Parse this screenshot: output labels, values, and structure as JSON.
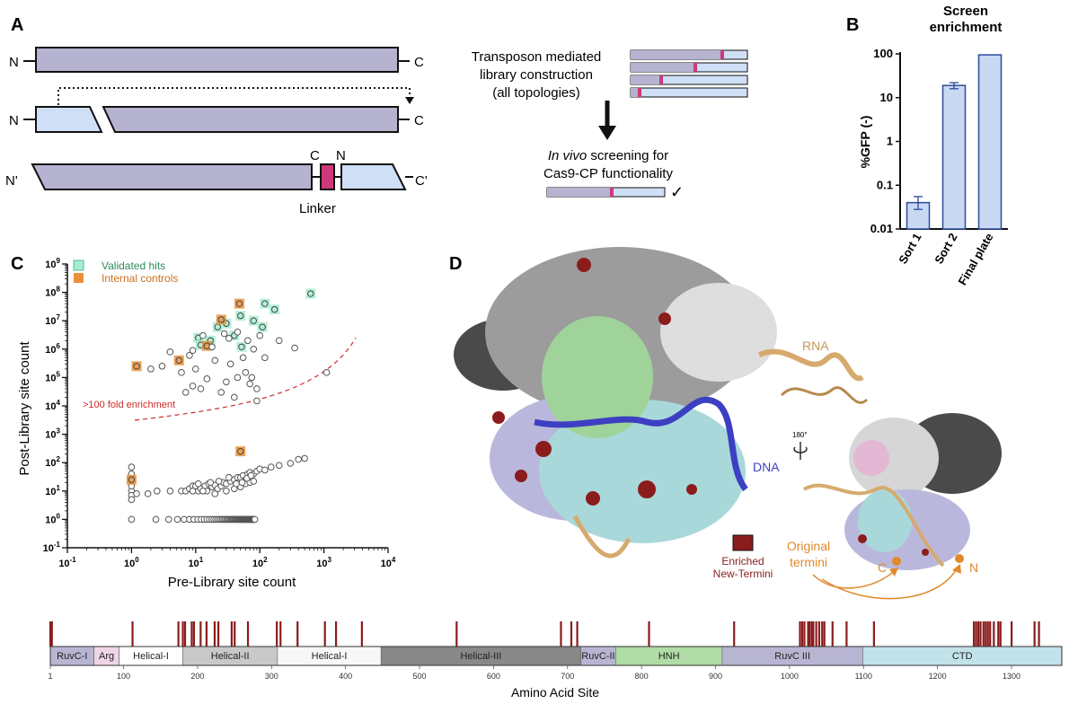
{
  "panels": {
    "a": {
      "letter": "A",
      "n_label": "N",
      "c_label": "C",
      "n_prime": "N'",
      "c_prime": "C'",
      "cp_c": "C",
      "cp_n": "N",
      "linker_label": "Linker",
      "flow_text_1": [
        "Transposon mediated",
        "library construction",
        "(all topologies)"
      ],
      "flow_text_2_italic": "In vivo",
      "flow_text_2_rest": " screening for",
      "flow_text_3": "Cas9-CP functionality",
      "checkmark": "✓"
    },
    "b": {
      "letter": "B",
      "title_lines": [
        "Screen",
        "enrichment"
      ]
    },
    "c": {
      "letter": "C",
      "legend": [
        {
          "label": "Validated hits",
          "color": "#7fd8b0",
          "text_color": "#2e8b57"
        },
        {
          "label": "Internal controls",
          "color": "#e8913a",
          "text_color": "#c8701c"
        }
      ],
      "annotation": ">100 fold enrichment",
      "annotation_color": "#cc2a2a"
    },
    "d": {
      "letter": "D",
      "rna_label": "RNA",
      "dna_label": "DNA",
      "rotation_label": "180°",
      "enriched_label": [
        "Enriched",
        "New-Termini"
      ],
      "original_label": [
        "Original",
        "termini"
      ],
      "c_label": "C",
      "n_label": "N",
      "colors": {
        "rna": "#d6aa6d",
        "dna": "#3d3fc2",
        "enriched": "#8b1c1c",
        "original": "#e08a2c"
      }
    },
    "e": {
      "axis_title": "Amino Acid Site",
      "tick_values": [
        1,
        100,
        200,
        300,
        400,
        500,
        600,
        700,
        800,
        900,
        1000,
        1100,
        1200,
        1300
      ],
      "domains": [
        {
          "name": "RuvC-I",
          "start": 1,
          "end": 60,
          "color": "#b8b5d2"
        },
        {
          "name": "Arg",
          "start": 60,
          "end": 94,
          "color": "#efd5e6"
        },
        {
          "name": "Helical-I",
          "start": 94,
          "end": 180,
          "color": "#ffffff"
        },
        {
          "name": "Helical-II",
          "start": 180,
          "end": 308,
          "color": "#c9c9c9"
        },
        {
          "name": "Helical-I",
          "start": 308,
          "end": 448,
          "color": "#f7f7f7"
        },
        {
          "name": "Helical-III",
          "start": 448,
          "end": 718,
          "color": "#888888"
        },
        {
          "name": "RuvC-II",
          "start": 718,
          "end": 765,
          "color": "#b8b5d2"
        },
        {
          "name": "HNH",
          "start": 765,
          "end": 909,
          "color": "#b0dca5"
        },
        {
          "name": "RuvC III",
          "start": 909,
          "end": 1099,
          "color": "#b8b5d2"
        },
        {
          "name": "CTD",
          "start": 1099,
          "end": 1368,
          "color": "#c2e2ea"
        }
      ],
      "enriched_sites": [
        1,
        3,
        112,
        174,
        180,
        183,
        192,
        195,
        204,
        212,
        223,
        228,
        246,
        250,
        268,
        307,
        312,
        335,
        372,
        387,
        422,
        550,
        691,
        705,
        713,
        810,
        925,
        1014,
        1017,
        1020,
        1025,
        1027,
        1030,
        1032,
        1036,
        1040,
        1044,
        1047,
        1058,
        1077,
        1114,
        1249,
        1252,
        1255,
        1258,
        1262,
        1265,
        1268,
        1271,
        1276,
        1282,
        1285,
        1300,
        1331,
        1337
      ]
    }
  },
  "chart_data": [
    {
      "type": "bar",
      "title": "Screen enrichment",
      "ylabel": "%GFP (-)",
      "yscale": "log",
      "ylim": [
        0.01,
        100
      ],
      "yticks": [
        "0.01",
        "0.1",
        "1",
        "10",
        "100"
      ],
      "categories": [
        "Sort 1",
        "Sort 2",
        "Final plate"
      ],
      "values": [
        0.04,
        19,
        95
      ],
      "errors": [
        [
          0.028,
          0.055
        ],
        [
          16,
          22
        ],
        [
          95,
          95
        ]
      ],
      "bar_color": "#c9d9f3"
    },
    {
      "type": "scatter",
      "xlabel": "Pre-Library site count",
      "ylabel": "Post-Library site count",
      "xscale": "log",
      "yscale": "log",
      "xlim": [
        0.1,
        10000
      ],
      "ylim": [
        0.1,
        1000000000
      ],
      "series": [
        {
          "name": "Validated hits",
          "points": [
            [
              620,
              90000000
            ],
            [
              170,
              25000000
            ],
            [
              120,
              40000000
            ],
            [
              80,
              10000000
            ],
            [
              110,
              6000000
            ],
            [
              50,
              15000000
            ],
            [
              30,
              8000000
            ],
            [
              40,
              3000000
            ],
            [
              52,
              1200000
            ],
            [
              11,
              2500000
            ],
            [
              17,
              2000000
            ],
            [
              22,
              6000000
            ],
            [
              12,
              1400000
            ]
          ]
        },
        {
          "name": "Internal controls",
          "points": [
            [
              1.2,
              250000
            ],
            [
              5.5,
              400000
            ],
            [
              15,
              1300000
            ],
            [
              25,
              11000000
            ],
            [
              48,
              40000000
            ],
            [
              50,
              250
            ],
            [
              1,
              25
            ]
          ]
        },
        {
          "name": "",
          "points": [
            [
              8,
              600000
            ],
            [
              4,
              800000
            ],
            [
              2,
              200000
            ],
            [
              3,
              250000
            ],
            [
              6,
              150000
            ],
            [
              10,
              200000
            ],
            [
              20,
              400000
            ],
            [
              35,
              300000
            ],
            [
              30,
              70000
            ],
            [
              45,
              100000
            ],
            [
              60,
              150000
            ],
            [
              90,
              40000
            ],
            [
              70,
              60000
            ],
            [
              15,
              90000
            ],
            [
              12,
              40000
            ],
            [
              25,
              30000
            ],
            [
              40,
              20000
            ],
            [
              7,
              30000
            ],
            [
              9,
              50000
            ],
            [
              100,
              3000000
            ],
            [
              200,
              2000000
            ],
            [
              350,
              1100000
            ],
            [
              1100,
              150000
            ],
            [
              80,
              1000000
            ],
            [
              65,
              2000000
            ],
            [
              45,
              4000000
            ],
            [
              28,
              3500000
            ],
            [
              18,
              1200000
            ],
            [
              9,
              900000
            ],
            [
              13,
              3000000
            ],
            [
              55,
              500000
            ],
            [
              120,
              500000
            ],
            [
              90,
              15000
            ],
            [
              75,
              100000
            ],
            [
              33,
              2400000
            ]
          ]
        }
      ]
    }
  ]
}
